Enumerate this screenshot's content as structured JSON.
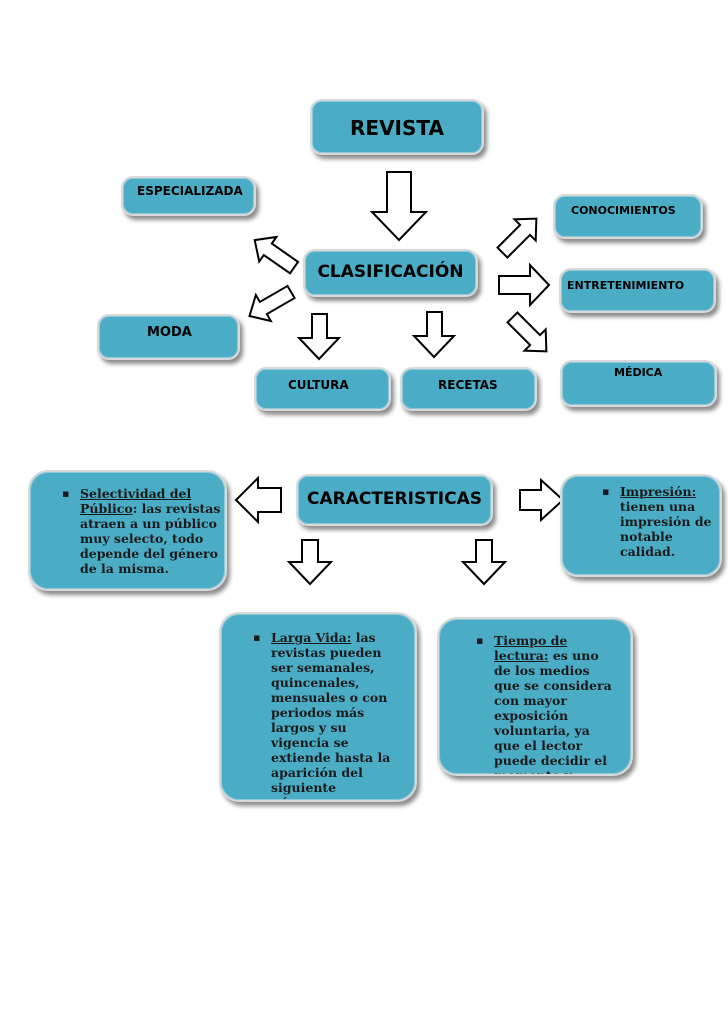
{
  "title": "REVISTA",
  "clasificacion": {
    "label": "CLASIFICACIÓN",
    "types": {
      "especializada": "ESPECIALIZADA",
      "conocimientos": "CONOCIMIENTOS",
      "entretenimiento": "ENTRETENIMIENTO",
      "moda": "MODA",
      "medica": "MÉDICA",
      "cultura": "CULTURA",
      "recetas": "RECETAS"
    }
  },
  "caracteristicas": {
    "label": "CARACTERISTICAS",
    "seleccion": {
      "bullet": "▪",
      "term": "Selectividad del Público",
      "text": ": las revistas atraen a un público muy selecto, todo depende del género de la misma."
    },
    "impresion": {
      "bullet": "▪",
      "term": "Impresión:",
      "text": " tienen una impresión de notable calidad."
    },
    "larga_vida": {
      "bullet": "▪",
      "term": "Larga Vida:",
      "text": " las revistas pueden ser semanales, quincenales, mensuales o con periodos más largos y su vigencia se extiende hasta la aparición del siguiente número."
    },
    "tiempo": {
      "bullet": "▪",
      "term": "Tiempo de lectura:",
      "text": " es uno de los medios que se considera con mayor exposición voluntaria, ya que el lector puede decidir el momento y"
    }
  },
  "colors": {
    "box_fill": "#4bacc6",
    "box_border": "#d9d9d9",
    "arrow_fill": "#ffffff",
    "arrow_stroke": "#000000"
  }
}
